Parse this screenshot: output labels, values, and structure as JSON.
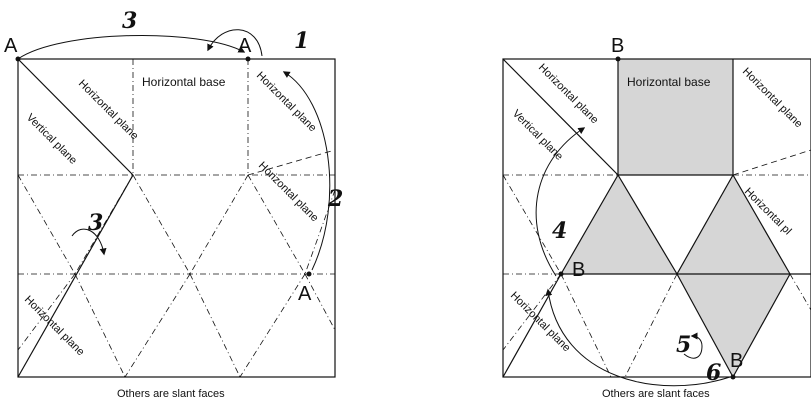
{
  "left": {
    "points": {
      "a_top_left": "A",
      "a_top_mid": "A",
      "a_right": "A"
    },
    "texts": {
      "horizontal_base": "Horizontal base",
      "horizontal_plane_diag": "Horizontal plane",
      "vertical_plane": "Vertical plane",
      "horizontal_plane_right": "Horizontal plane",
      "horizontal_plane_right2": "Horizontal plane",
      "horizontal_plane_bottom": "Horizontal plane",
      "caption": "Others are slant faces"
    },
    "steps": {
      "s1": "1",
      "s2": "2",
      "s3_top": "3",
      "s3_mid": "3"
    }
  },
  "right": {
    "points": {
      "b_top": "B",
      "b_left": "B",
      "b_bottom": "B"
    },
    "texts": {
      "horizontal_base": "Horizontal base",
      "horizontal_plane_left": "Horizontal plane",
      "vertical_plane": "Vertical plane",
      "horizontal_plane_tr": "Horizontal plane",
      "horizontal_plane_r": "Horizontal pl",
      "horizontal_plane_bl": "Horizontal plane",
      "caption": "Others are slant faces"
    },
    "steps": {
      "s4": "4",
      "s5": "5",
      "s6": "6"
    }
  },
  "colors": {
    "line": "#111111",
    "fill": "#d6d6d6"
  }
}
